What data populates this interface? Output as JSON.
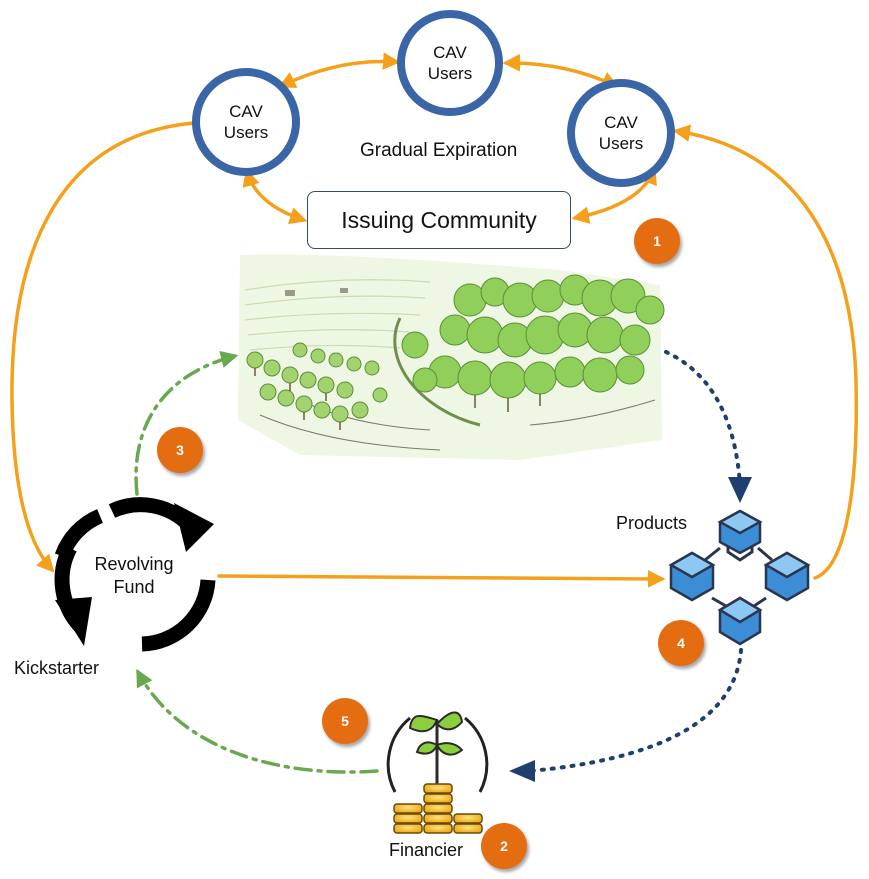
{
  "nodes": {
    "cav_users_top": {
      "line1": "CAV",
      "line2": "Users"
    },
    "cav_users_left": {
      "line1": "CAV",
      "line2": "Users"
    },
    "cav_users_right": {
      "line1": "CAV",
      "line2": "Users"
    }
  },
  "labels": {
    "gradual_expiration": "Gradual Expiration",
    "issuing_community": "Issuing Community",
    "products": "Products",
    "revolving_fund_line1": "Revolving",
    "revolving_fund_line2": "Fund",
    "kickstarter": "Kickstarter",
    "financier": "Financier"
  },
  "badges": {
    "b1": "1",
    "b2": "2",
    "b3": "3",
    "b4": "4",
    "b5": "5"
  },
  "colors": {
    "flow_orange": "#f5a01a",
    "dashdot_green": "#6aa84f",
    "dotted_navy": "#1f3f6e",
    "circle_blue": "#3a66a8",
    "badge_orange": "#e46d12",
    "cube_blue": "#3b8ed6"
  }
}
